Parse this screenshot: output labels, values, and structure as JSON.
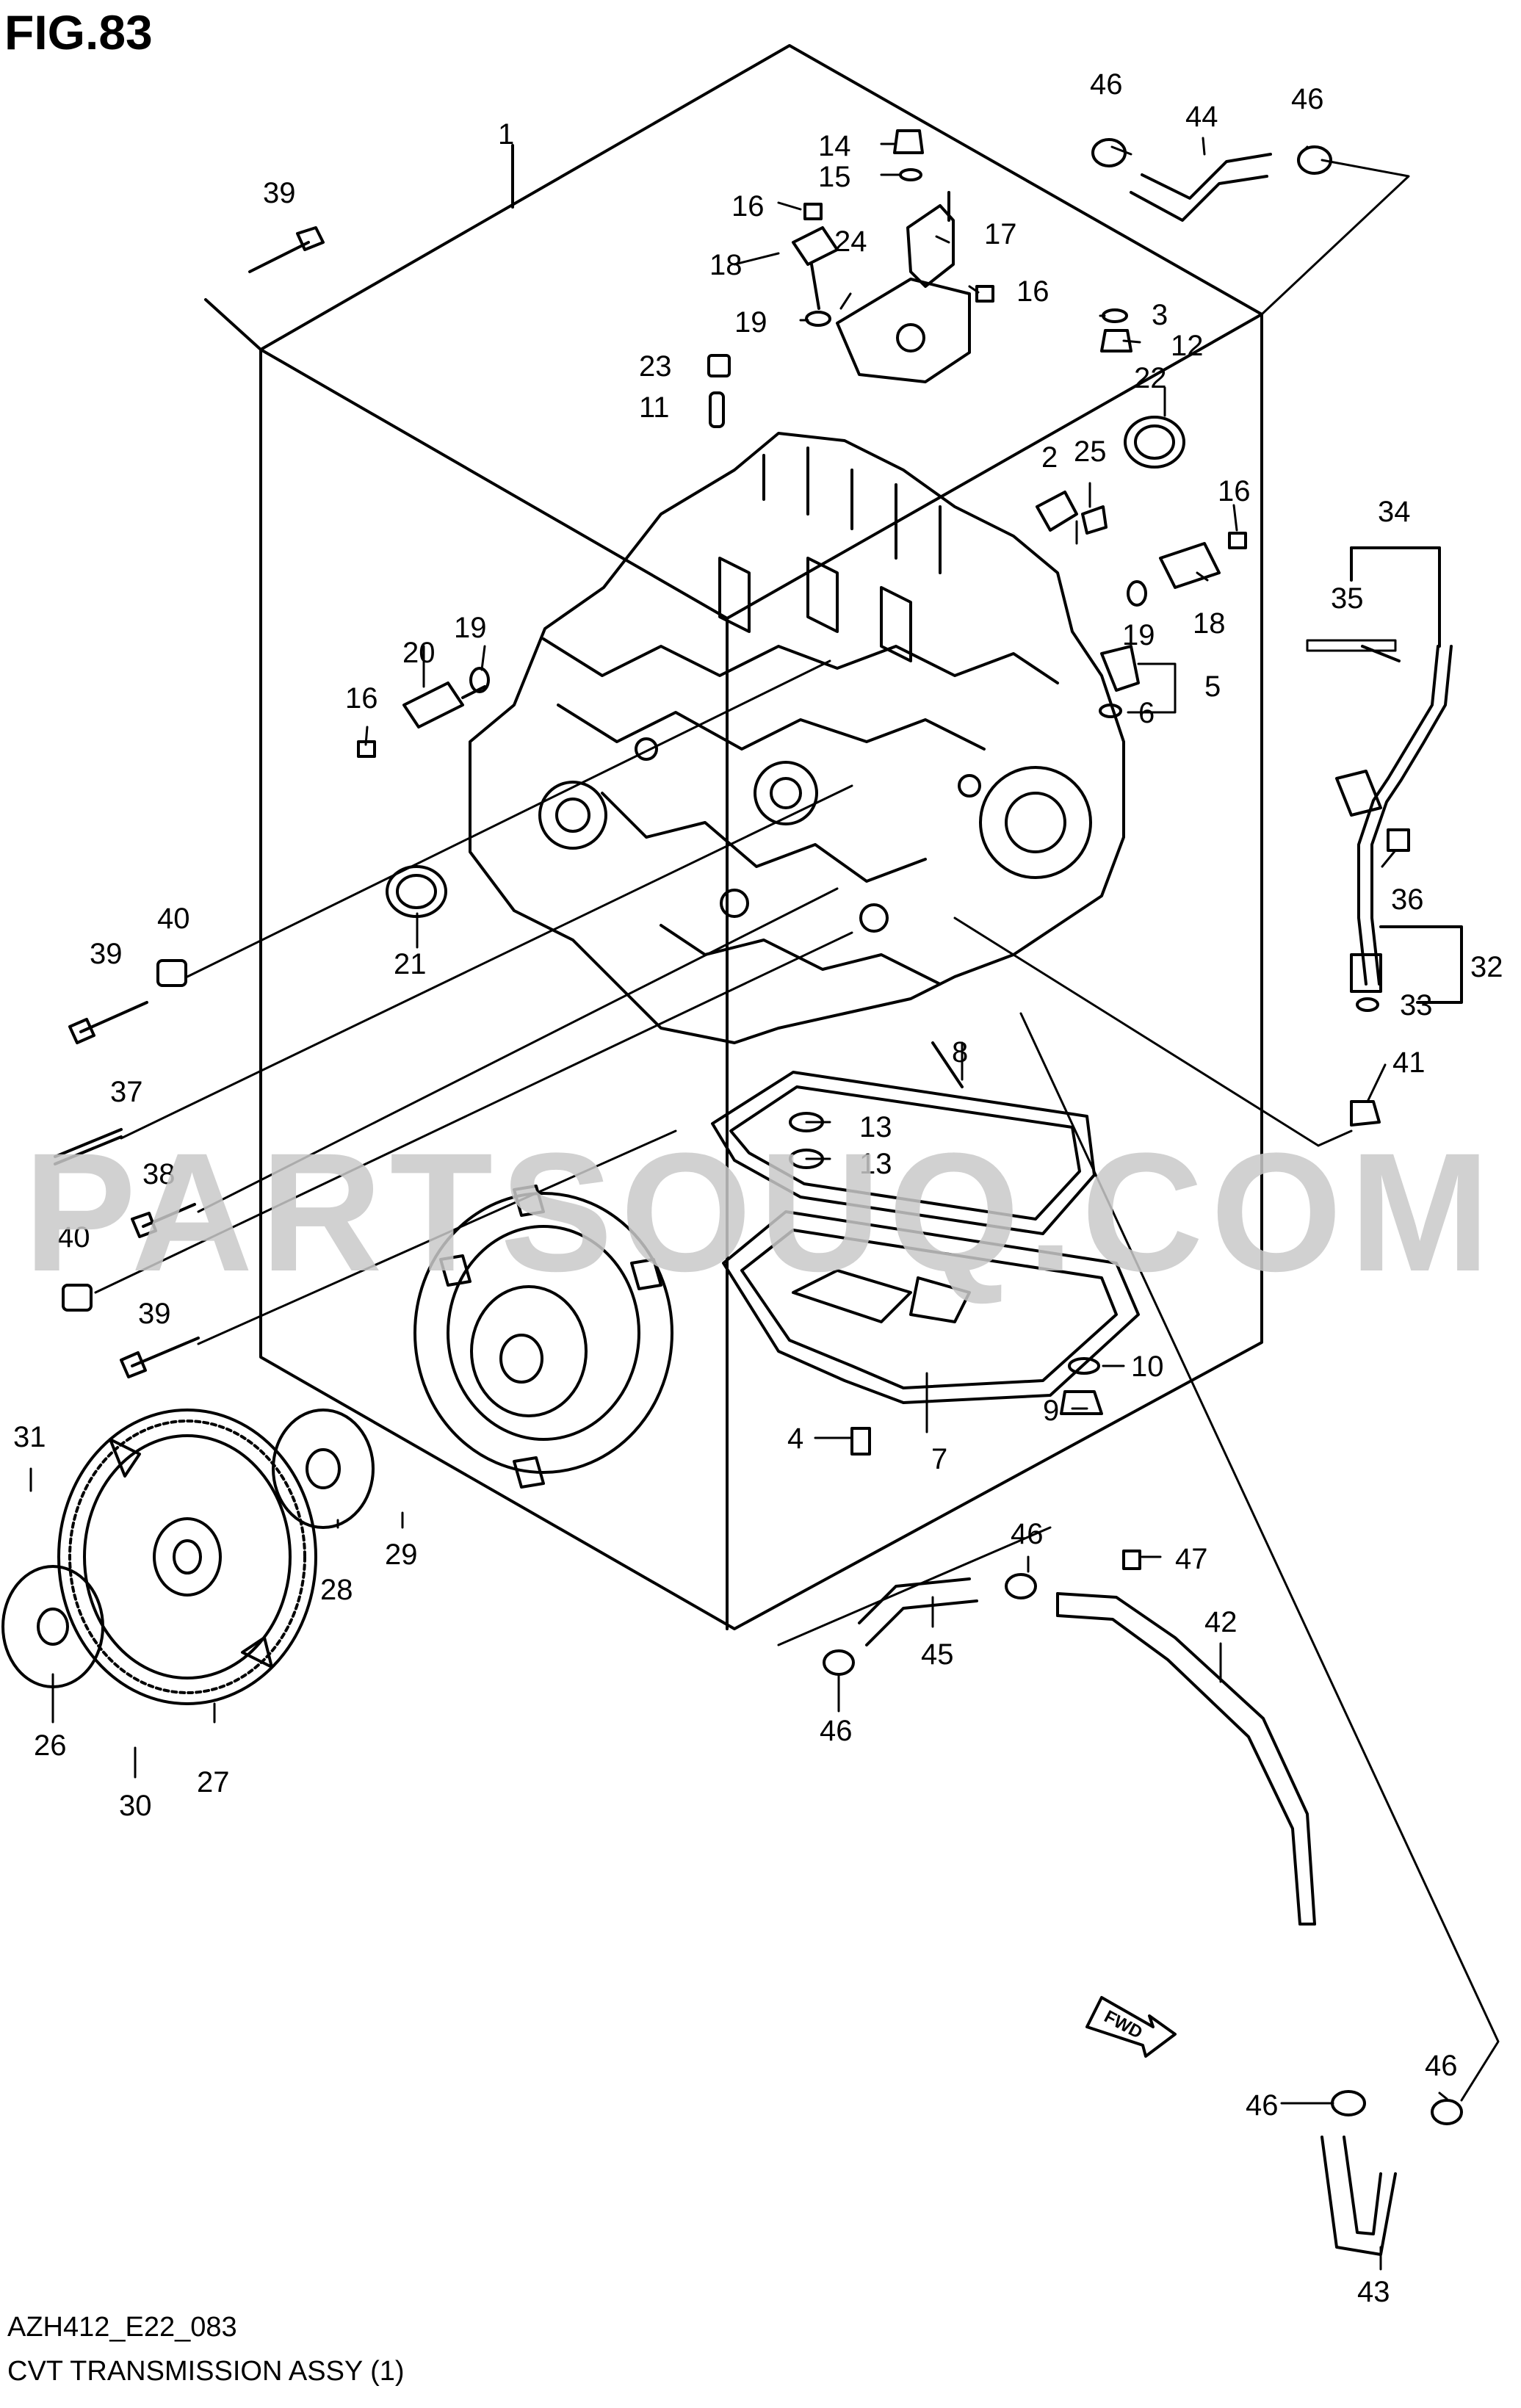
{
  "figure": {
    "title": "FIG.83",
    "code": "AZH412_E22_083",
    "caption": "CVT TRANSMISSION ASSY (1)",
    "watermark": "PARTSOUQ.COM",
    "fwd_label": "FWD"
  },
  "callouts": [
    {
      "id": "c1",
      "label": "1"
    },
    {
      "id": "c2",
      "label": "2"
    },
    {
      "id": "c3",
      "label": "3"
    },
    {
      "id": "c4",
      "label": "4"
    },
    {
      "id": "c5",
      "label": "5"
    },
    {
      "id": "c6",
      "label": "6"
    },
    {
      "id": "c7",
      "label": "7"
    },
    {
      "id": "c8",
      "label": "8"
    },
    {
      "id": "c9",
      "label": "9"
    },
    {
      "id": "c10",
      "label": "10"
    },
    {
      "id": "c11",
      "label": "11"
    },
    {
      "id": "c12",
      "label": "12"
    },
    {
      "id": "c13a",
      "label": "13"
    },
    {
      "id": "c13b",
      "label": "13"
    },
    {
      "id": "c14",
      "label": "14"
    },
    {
      "id": "c15",
      "label": "15"
    },
    {
      "id": "c16a",
      "label": "16"
    },
    {
      "id": "c16b",
      "label": "16"
    },
    {
      "id": "c16c",
      "label": "16"
    },
    {
      "id": "c16d",
      "label": "16"
    },
    {
      "id": "c17",
      "label": "17"
    },
    {
      "id": "c18a",
      "label": "18"
    },
    {
      "id": "c18b",
      "label": "18"
    },
    {
      "id": "c19a",
      "label": "19"
    },
    {
      "id": "c19b",
      "label": "19"
    },
    {
      "id": "c19c",
      "label": "19"
    },
    {
      "id": "c20",
      "label": "20"
    },
    {
      "id": "c21",
      "label": "21"
    },
    {
      "id": "c22",
      "label": "22"
    },
    {
      "id": "c23",
      "label": "23"
    },
    {
      "id": "c24",
      "label": "24"
    },
    {
      "id": "c25",
      "label": "25"
    },
    {
      "id": "c26",
      "label": "26"
    },
    {
      "id": "c27",
      "label": "27"
    },
    {
      "id": "c28",
      "label": "28"
    },
    {
      "id": "c29",
      "label": "29"
    },
    {
      "id": "c30",
      "label": "30"
    },
    {
      "id": "c31",
      "label": "31"
    },
    {
      "id": "c32",
      "label": "32"
    },
    {
      "id": "c33",
      "label": "33"
    },
    {
      "id": "c34",
      "label": "34"
    },
    {
      "id": "c35",
      "label": "35"
    },
    {
      "id": "c36",
      "label": "36"
    },
    {
      "id": "c37",
      "label": "37"
    },
    {
      "id": "c38",
      "label": "38"
    },
    {
      "id": "c39a",
      "label": "39"
    },
    {
      "id": "c39b",
      "label": "39"
    },
    {
      "id": "c39c",
      "label": "39"
    },
    {
      "id": "c40a",
      "label": "40"
    },
    {
      "id": "c40b",
      "label": "40"
    },
    {
      "id": "c41",
      "label": "41"
    },
    {
      "id": "c42",
      "label": "42"
    },
    {
      "id": "c43",
      "label": "43"
    },
    {
      "id": "c44",
      "label": "44"
    },
    {
      "id": "c45",
      "label": "45"
    },
    {
      "id": "c46a",
      "label": "46"
    },
    {
      "id": "c46b",
      "label": "46"
    },
    {
      "id": "c46c",
      "label": "46"
    },
    {
      "id": "c46d",
      "label": "46"
    },
    {
      "id": "c46e",
      "label": "46"
    },
    {
      "id": "c46f",
      "label": "46"
    },
    {
      "id": "c47",
      "label": "47"
    }
  ]
}
